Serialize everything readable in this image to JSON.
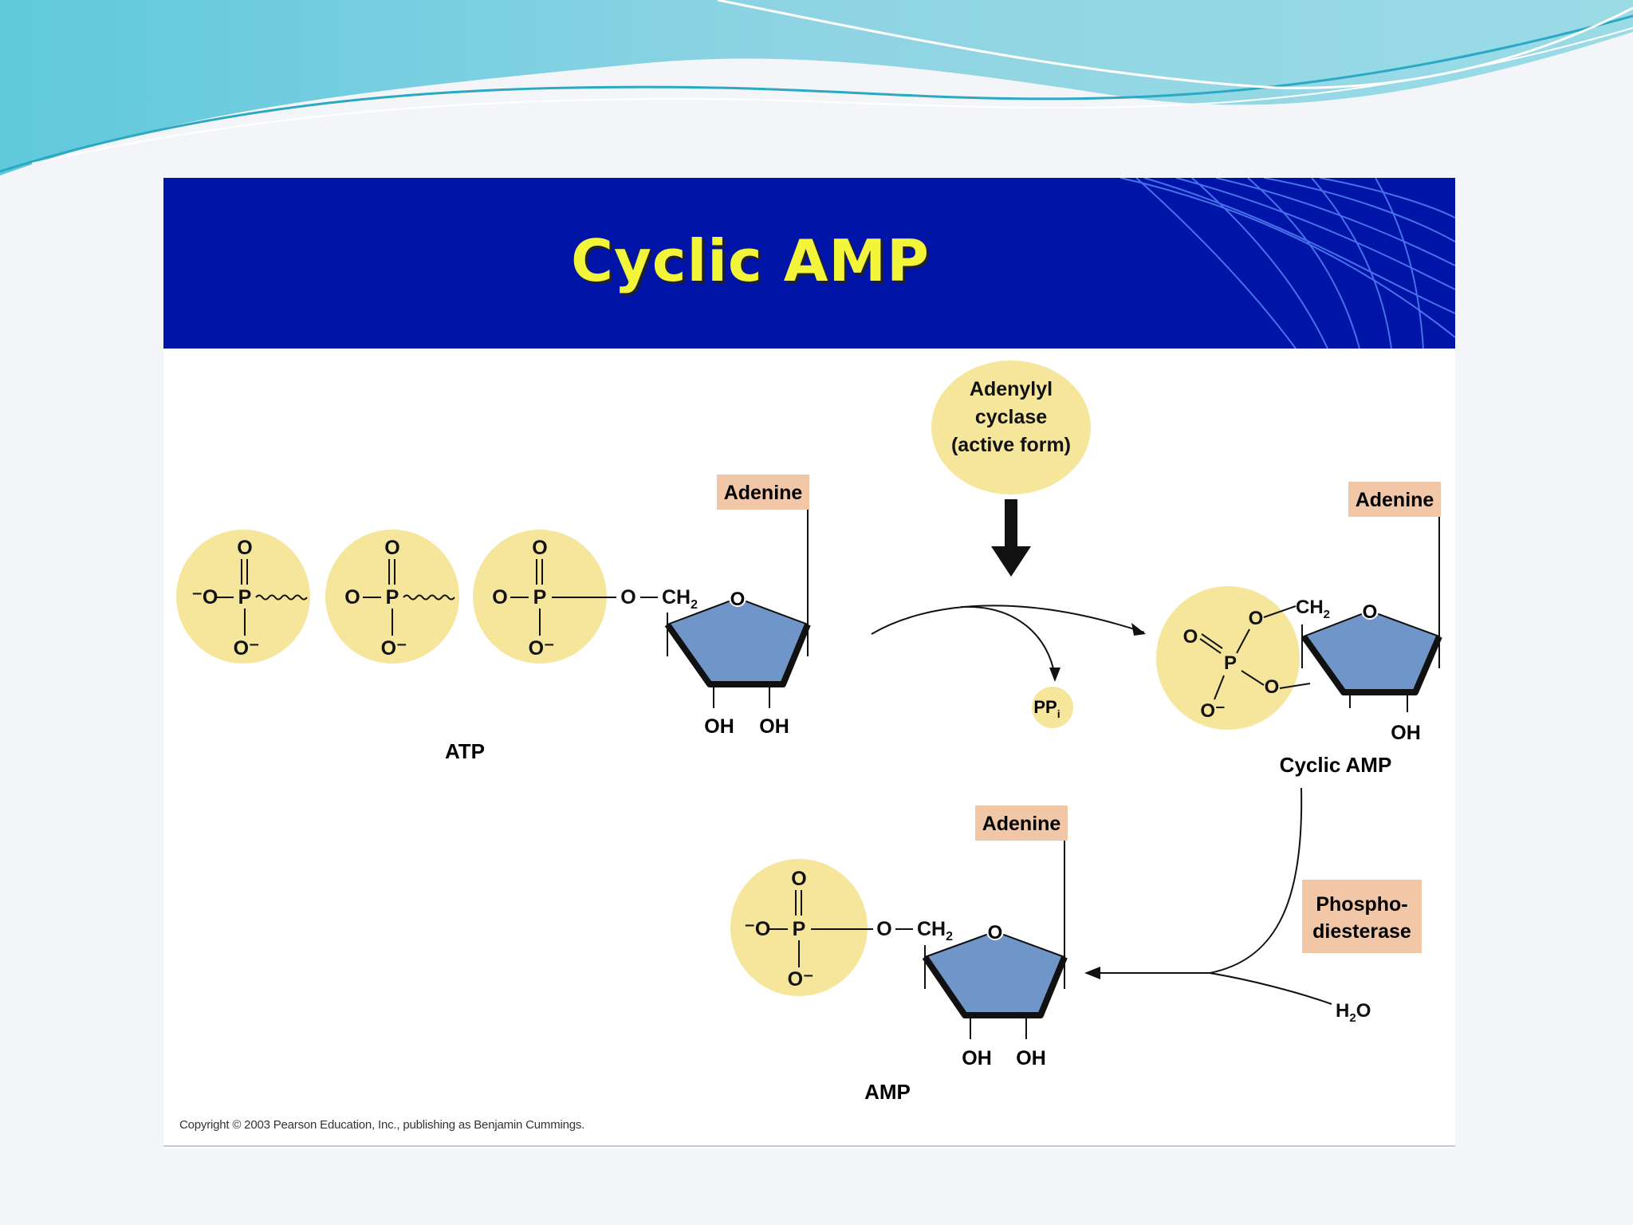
{
  "title": "Cyclic AMP",
  "enzyme": {
    "line1": "Adenylyl",
    "line2": "cyclase",
    "line3": "(active form)"
  },
  "labels": {
    "adenine": "Adenine",
    "atp": "ATP",
    "cyclic_amp": "Cyclic AMP",
    "amp": "AMP",
    "phosphodiesterase_line1": "Phospho-",
    "phosphodiesterase_line2": "diesterase",
    "ppi_main": "PP",
    "ppi_sub": "i",
    "water_h": "H",
    "water_sub": "2",
    "water_o": "O"
  },
  "atoms": {
    "o": "O",
    "p": "P",
    "o_minus": "O⁻",
    "minus_o": "⁻O",
    "ch": "CH",
    "sub2": "2",
    "oh": "OH"
  },
  "copyright": "Copyright © 2003 Pearson Education, Inc., publishing as Benjamin Cummings.",
  "colors": {
    "banner": "#0014a8",
    "title": "#f3f53a",
    "phosphate": "#f6e69c",
    "ribose": "#6f95c9",
    "label_box": "#f2c7a8"
  }
}
